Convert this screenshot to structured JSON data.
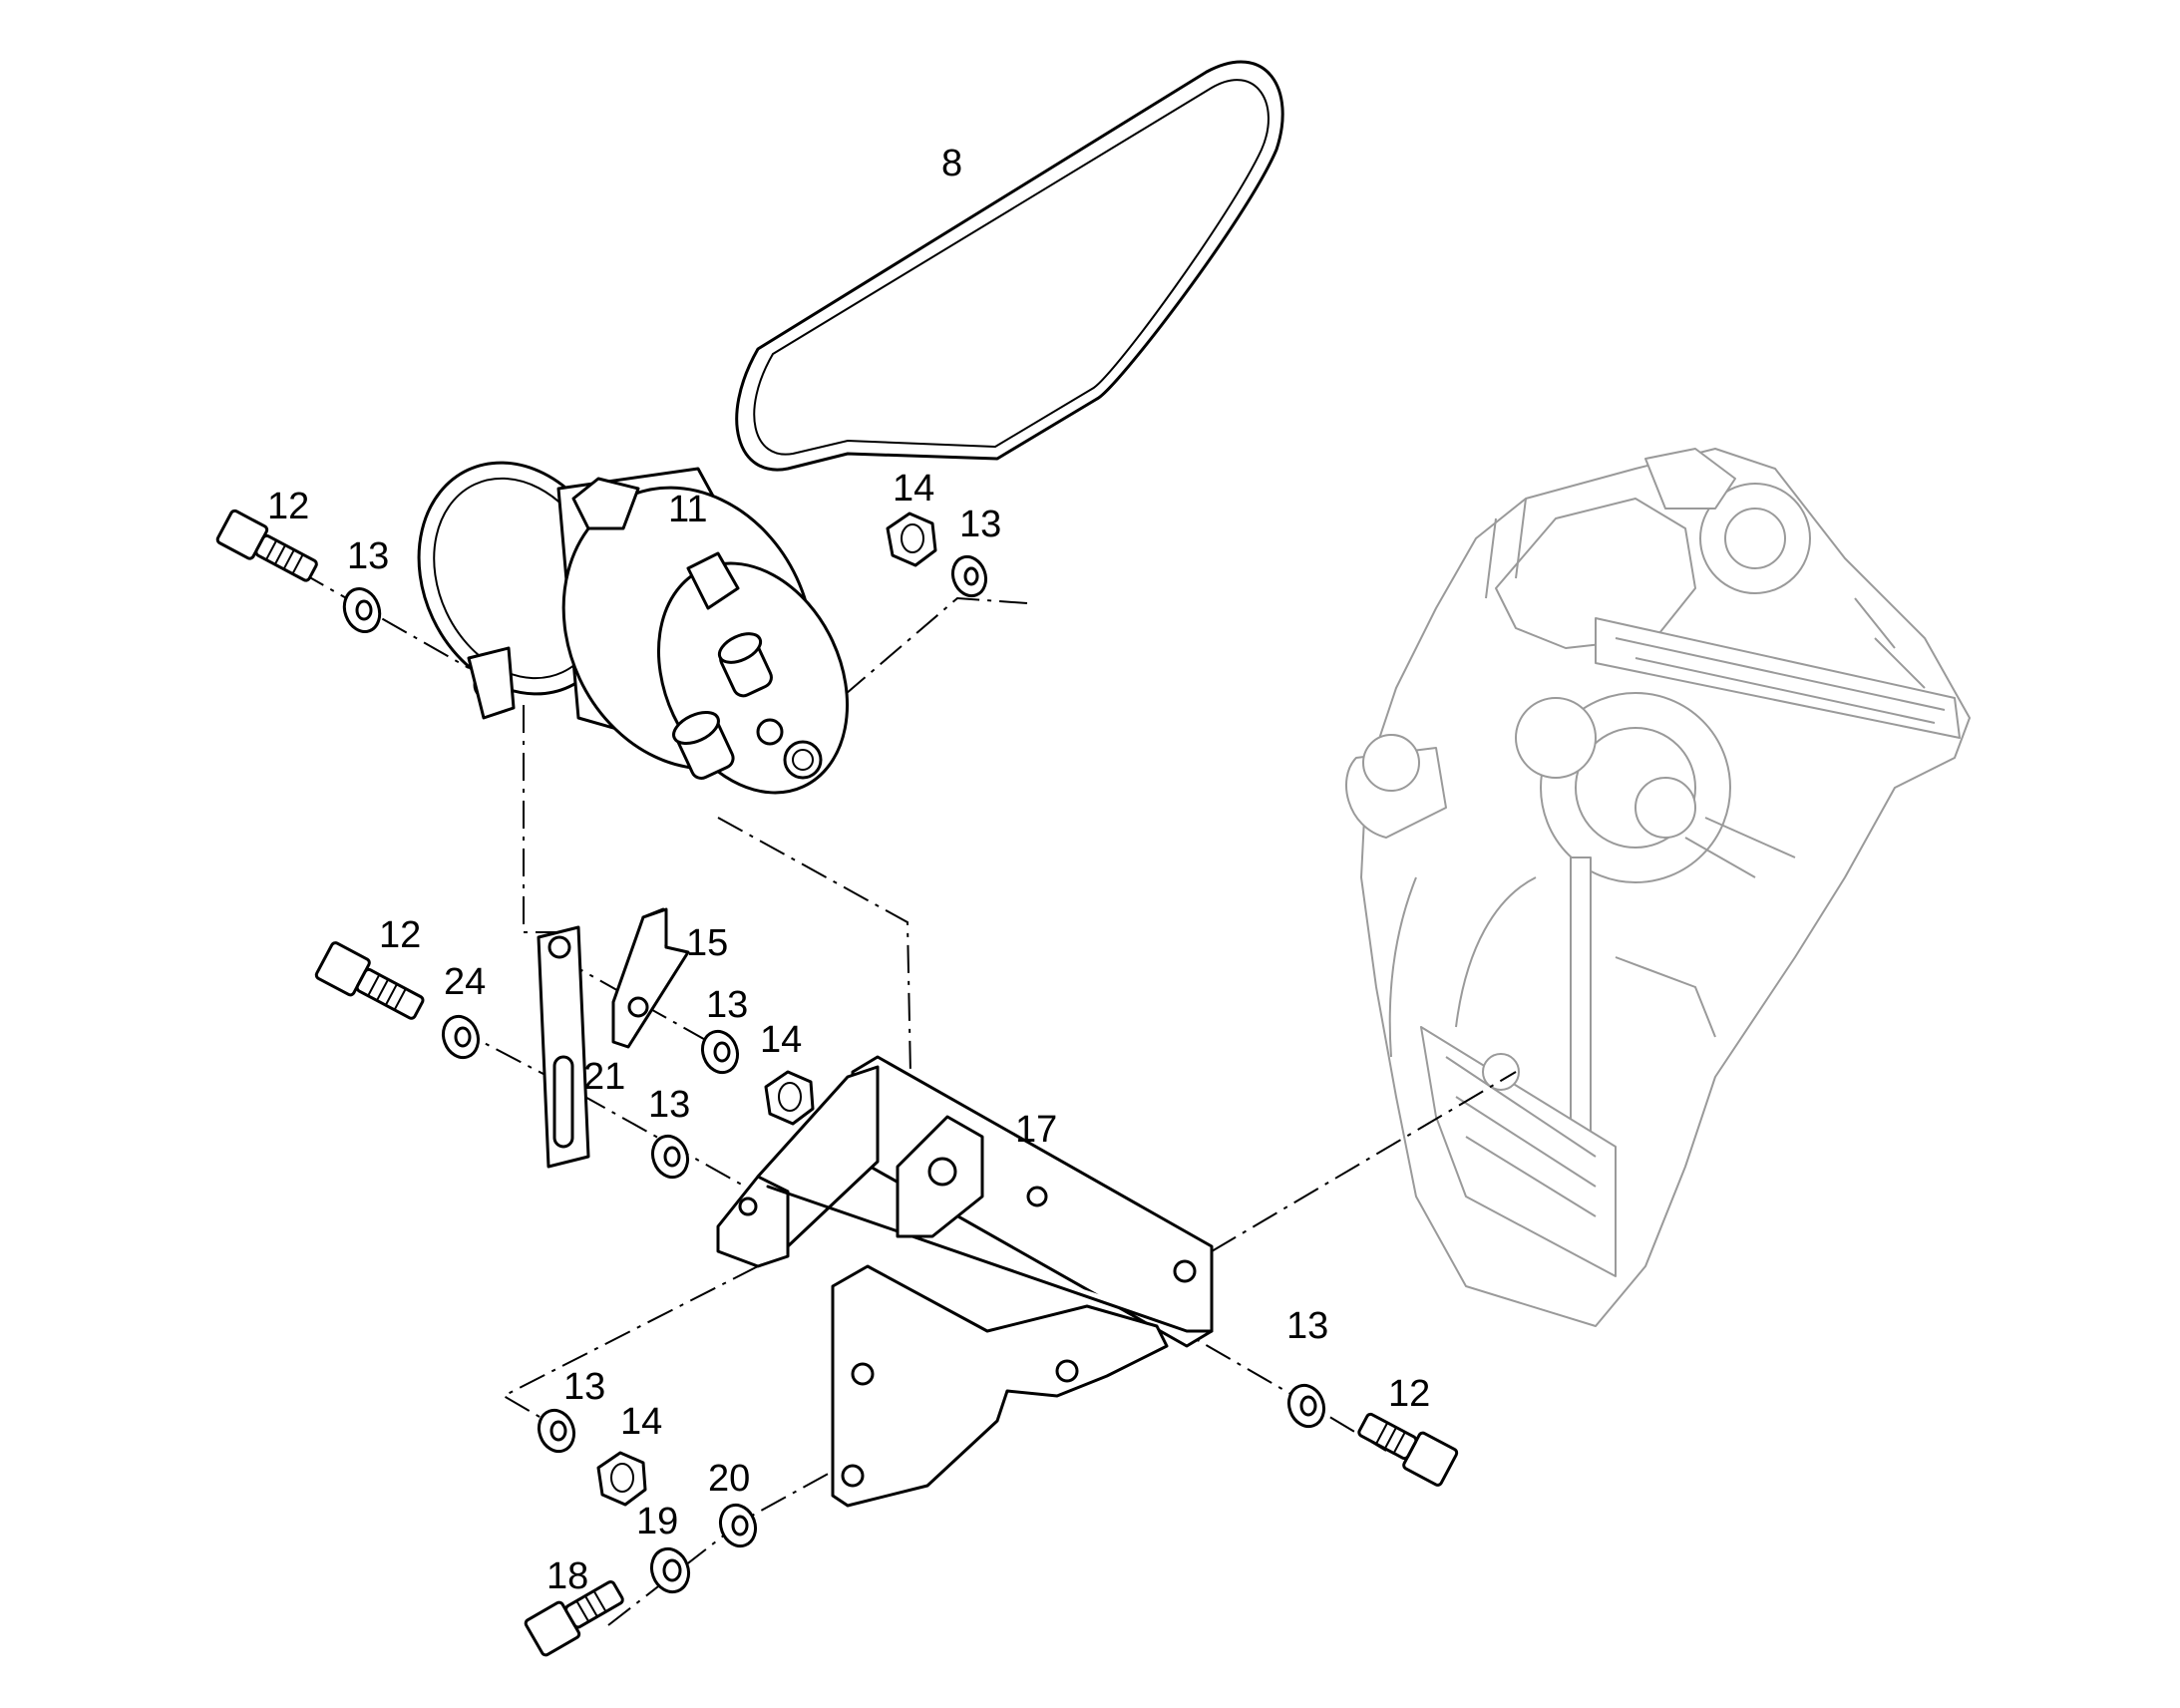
{
  "callouts": {
    "belt": "8",
    "compressor": "11",
    "bolt_top_left": "12",
    "washer_top_left": "13",
    "nut_top_right": "14",
    "washer_top_right": "13",
    "bolt_mid_left": "12",
    "washer_24": "24",
    "plate_15": "15",
    "washer_under_15": "13",
    "nut_under_15": "14",
    "strap_21": "21",
    "washer_by_21": "13",
    "bracket_17": "17",
    "washer_right": "13",
    "bolt_right": "12",
    "washer_bottom_left": "13",
    "nut_bottom_left": "14",
    "washer_20": "20",
    "washer_19": "19",
    "bolt_18": "18"
  }
}
